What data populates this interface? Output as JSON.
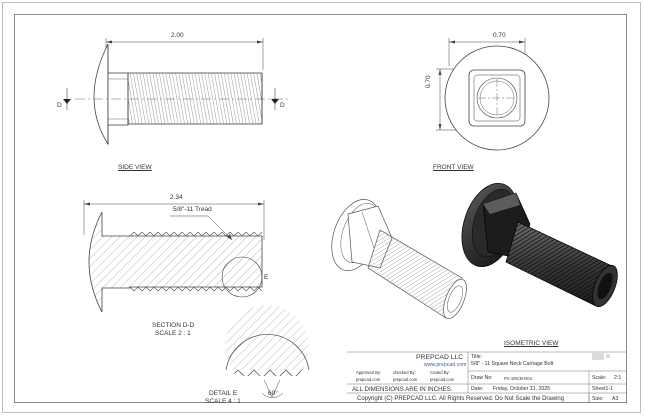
{
  "views": {
    "side": {
      "label": "SIDE VIEW",
      "dim_length": "2.00",
      "section_mark_left": "D",
      "section_mark_right": "D"
    },
    "front": {
      "label": "FRONT VIEW",
      "dim_width": "0.70",
      "dim_height": "0.70"
    },
    "section": {
      "label": "SECTION D-D",
      "scale": "SCALE 2 : 1",
      "dim_length": "2.34",
      "thread_callout": "5/8\"-11 Tread",
      "detail_mark": "E"
    },
    "detail": {
      "label": "DETAIL E",
      "scale": "SCALE 4 : 1",
      "angle": "60°"
    },
    "isometric": {
      "label": "ISOMETRIC VIEW"
    }
  },
  "title_block": {
    "company": "PREPCAD LLC",
    "website": "www.prepcad.com",
    "approved_by_label": "Approved By:",
    "approved_by": "prepcad.com",
    "checked_by_label": "checked By:",
    "checked_by": "prepcad.com",
    "created_by_label": "Crated By:",
    "created_by": "prepcad.com",
    "units_note": "ALL DIMENSIONS ARE IN INCHES.",
    "title_label": "Title:",
    "title": "5/8\" - 11 Square Neck Carriage Bolt",
    "draw_no_label": "Draw No:",
    "draw_no": "PC-SNCB-D04",
    "scale_label": "Scale:",
    "scale": "2:1",
    "date_label": "Date:",
    "date": "Friday, October 31, 2025",
    "sheet_label": "Sheet1-1",
    "size_label": "Size:",
    "size": "A3",
    "copyright": "Copyright (C)  PREPCAD LLC. All Rights Reserved. Do Not Scale the Drawing"
  }
}
